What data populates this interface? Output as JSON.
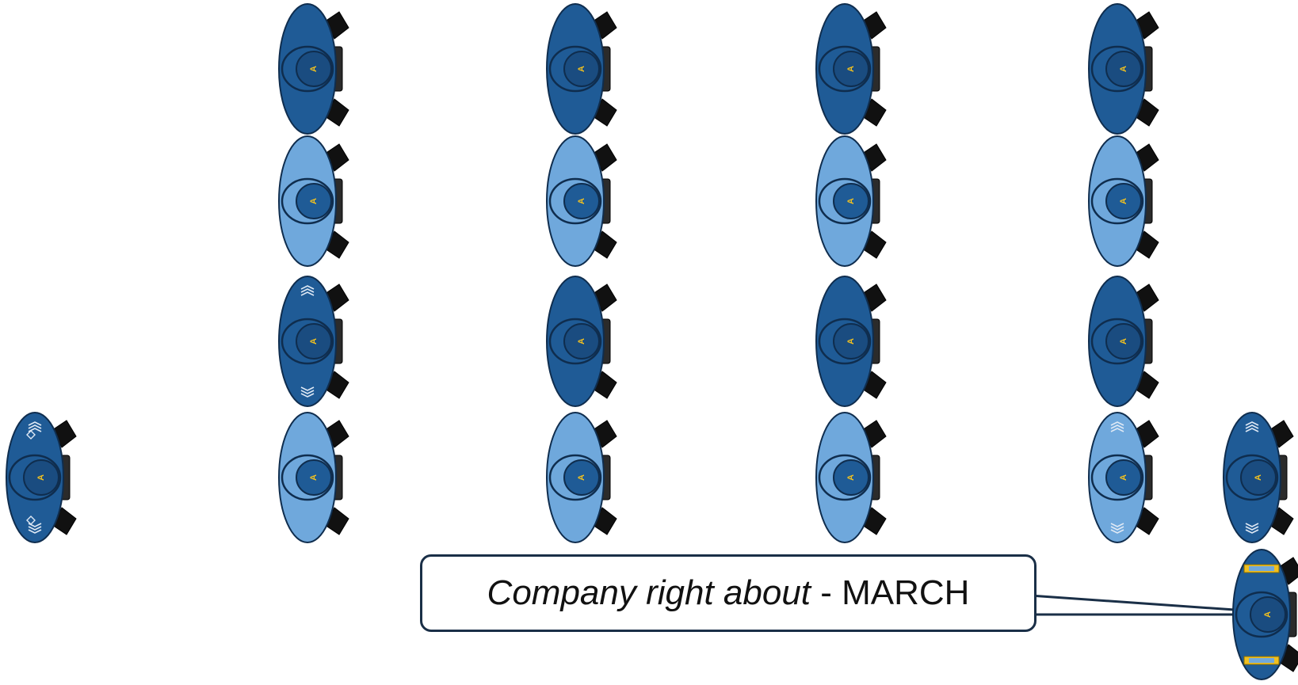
{
  "soldier_letter": "A",
  "colors": {
    "dark_blue": "#1f5b96",
    "light_blue": "#6fa8dc",
    "outline": "#0f2d4e",
    "head_dark": "#1a4c80",
    "letter": "#f0c020",
    "boot": "#111111",
    "rifle": "#2b2b2b",
    "callout_border": "#1a2f47"
  },
  "callout": {
    "italic_text": "Company right about",
    "separator": " - ",
    "month": "MARCH"
  },
  "figures": [
    {
      "id": "guide-left",
      "shade": "dark",
      "rank_marks": "chevrons-diamond"
    },
    {
      "id": "col1-rank1",
      "shade": "dark",
      "rank_marks": "none"
    },
    {
      "id": "col1-rank2",
      "shade": "light",
      "rank_marks": "none"
    },
    {
      "id": "col1-rank3",
      "shade": "dark",
      "rank_marks": "chevrons"
    },
    {
      "id": "col1-rank4",
      "shade": "light",
      "rank_marks": "none"
    },
    {
      "id": "col2-rank1",
      "shade": "dark",
      "rank_marks": "none"
    },
    {
      "id": "col2-rank2",
      "shade": "light",
      "rank_marks": "none"
    },
    {
      "id": "col2-rank3",
      "shade": "dark",
      "rank_marks": "none"
    },
    {
      "id": "col2-rank4",
      "shade": "light",
      "rank_marks": "none"
    },
    {
      "id": "col3-rank1",
      "shade": "dark",
      "rank_marks": "none"
    },
    {
      "id": "col3-rank2",
      "shade": "light",
      "rank_marks": "none"
    },
    {
      "id": "col3-rank3",
      "shade": "dark",
      "rank_marks": "none"
    },
    {
      "id": "col3-rank4",
      "shade": "light",
      "rank_marks": "none"
    },
    {
      "id": "col4-rank1",
      "shade": "dark",
      "rank_marks": "none"
    },
    {
      "id": "col4-rank2",
      "shade": "light",
      "rank_marks": "none"
    },
    {
      "id": "col4-rank3",
      "shade": "dark",
      "rank_marks": "none"
    },
    {
      "id": "col4-rank4",
      "shade": "light",
      "rank_marks": "chevrons"
    },
    {
      "id": "guide-right",
      "shade": "dark",
      "rank_marks": "chevrons"
    },
    {
      "id": "company-commander",
      "shade": "dark",
      "rank_marks": "bars"
    }
  ]
}
